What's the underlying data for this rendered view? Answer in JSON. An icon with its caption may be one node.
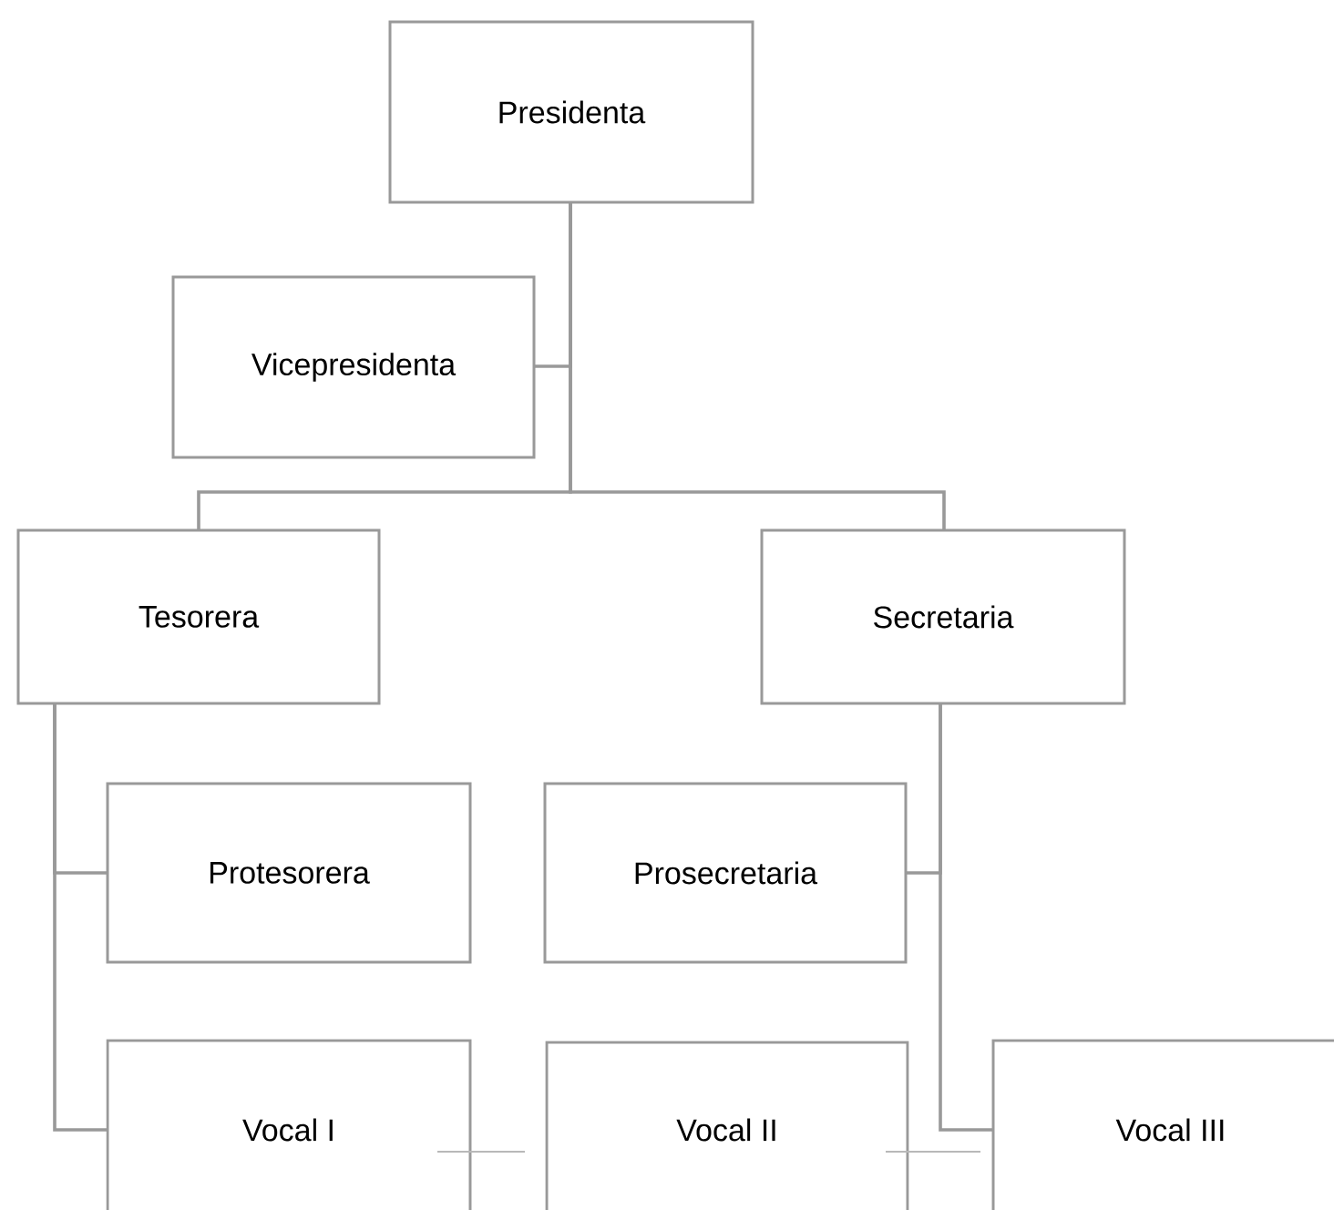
{
  "diagram": {
    "nodes": [
      {
        "text": [
          "Presidenta"
        ]
      },
      {
        "text": [
          "Vicepresidenta"
        ]
      },
      {
        "text": [
          "Tesorera"
        ]
      },
      {
        "text": [
          "Secretaria"
        ]
      },
      {
        "text": [
          "Protesorera"
        ]
      },
      {
        "text": [
          "Prosecretaria"
        ]
      },
      {
        "text": [
          "Vocal I"
        ]
      },
      {
        "text": [
          "Vocal II"
        ]
      },
      {
        "text": [
          "Vocal III"
        ]
      }
    ],
    "edges": [
      {
        "from": 0,
        "to": 1,
        "arrow": "none"
      },
      {
        "from": 0,
        "to": 2,
        "arrow": "none"
      },
      {
        "from": 0,
        "to": 3,
        "arrow": "none"
      },
      {
        "from": 2,
        "to": 4,
        "arrow": "none"
      },
      {
        "from": 2,
        "to": 6,
        "arrow": "none"
      },
      {
        "from": 3,
        "to": 5,
        "arrow": "none"
      },
      {
        "from": 3,
        "to": 8,
        "arrow": "none"
      },
      {
        "from": 6,
        "to": 7,
        "arrow": "none",
        "color": "#b8b8b8"
      },
      {
        "from": 7,
        "to": 8,
        "arrow": "none",
        "color": "#b8b8b8"
      }
    ]
  }
}
